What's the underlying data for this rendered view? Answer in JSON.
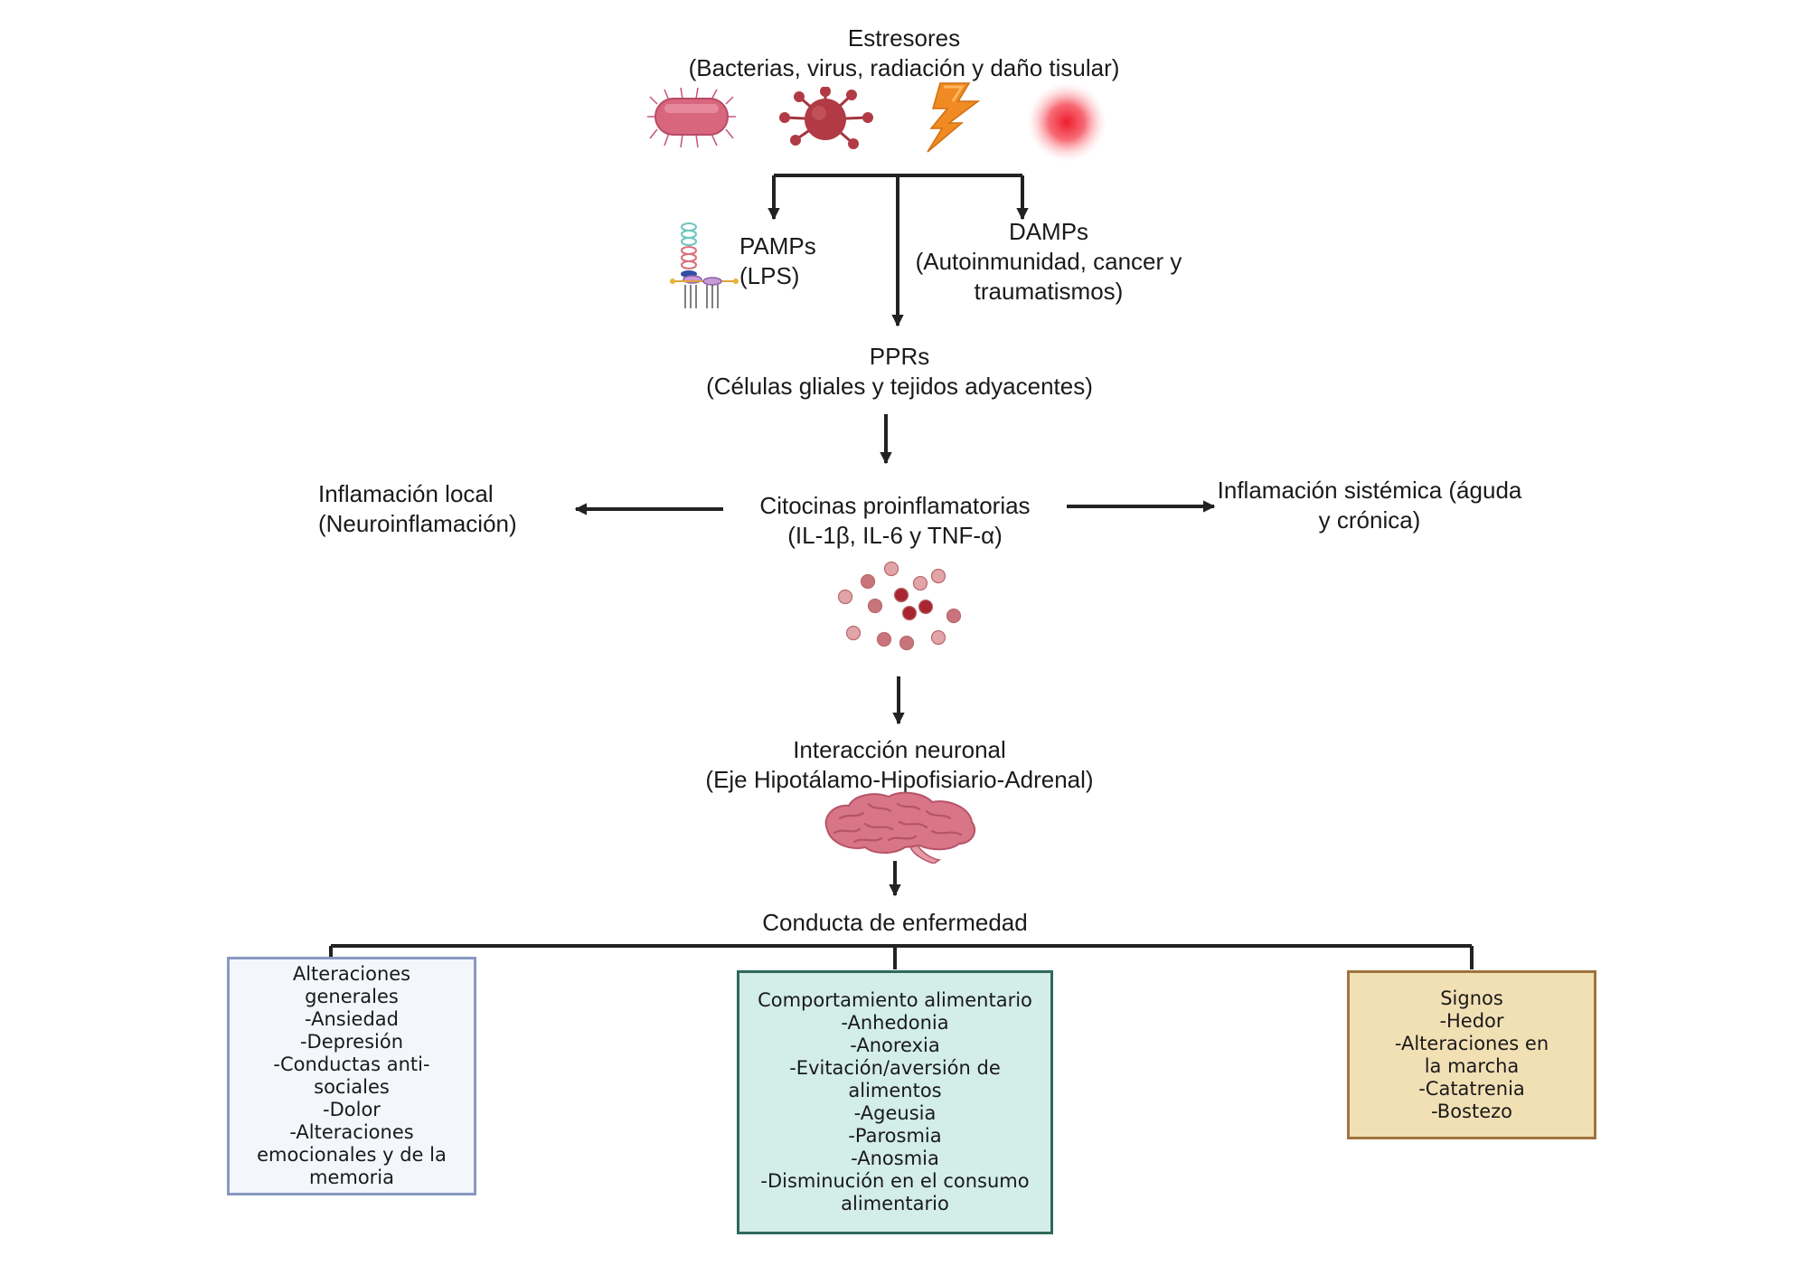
{
  "stressors": {
    "title": "Estresores",
    "subtitle": "(Bacterias, virus, radiación y daño tisular)",
    "icons": [
      "bacteria-icon",
      "virus-icon",
      "lightning-radiation-icon",
      "tissue-damage-icon"
    ]
  },
  "pamps": {
    "title": "PAMPs",
    "subtitle": "(LPS)",
    "icon": "lps-molecule-icon"
  },
  "damps": {
    "title": "DAMPs",
    "line2": "(Autoinmunidad, cancer y",
    "line3": "traumatismos)"
  },
  "pprs": {
    "title": "PPRs",
    "subtitle": "(Células gliales y tejidos adyacentes)"
  },
  "cytokines": {
    "title": "Citocinas proinflamatorias",
    "subtitle": "(IL-1β, IL-6 y TNF-α)",
    "icon": "cytokine-particles-icon"
  },
  "local_inflammation": {
    "title": "Inflamación local",
    "subtitle": "(Neuroinflamación)"
  },
  "systemic_inflammation": {
    "title": "Inflamación sistémica  (águda",
    "subtitle": "y crónica)"
  },
  "neuronal": {
    "title": "Interacción neuronal",
    "subtitle": "(Eje Hipotálamo-Hipofisiario-Adrenal)",
    "icon": "brain-icon"
  },
  "sickness": {
    "title": "Conducta de enfermedad"
  },
  "box_general": {
    "lines": [
      "Alteraciones",
      "generales",
      "-Ansiedad",
      "-Depresión",
      "-Conductas anti-",
      "sociales",
      "-Dolor",
      "-Alteraciones",
      "emocionales y de la",
      "memoria"
    ],
    "border_color": "#8898bf",
    "fill_color": "#f3f6fb"
  },
  "box_feeding": {
    "lines": [
      "Comportamiento alimentario",
      "-Anhedonia",
      "-Anorexia",
      "-Evitación/aversión de",
      "alimentos",
      "-Ageusia",
      "-Parosmia",
      "-Anosmia",
      "-Disminución en el consumo",
      "alimentario"
    ],
    "border_color": "#2f6a5c",
    "fill_color": "#d3ede8"
  },
  "box_signs": {
    "lines": [
      "Signos",
      "-Hedor",
      "-Alteraciones en",
      "la marcha",
      "-Catatrenia",
      "-Bostezo"
    ],
    "border_color": "#a0743f",
    "fill_color": "#f2e0b5"
  },
  "colors": {
    "arrow": "#222222",
    "bacteria": "#d8677e",
    "virus": "#b13a44",
    "lightning": "#f08a23",
    "damage": "#f0303a",
    "brain": "#d87586"
  }
}
